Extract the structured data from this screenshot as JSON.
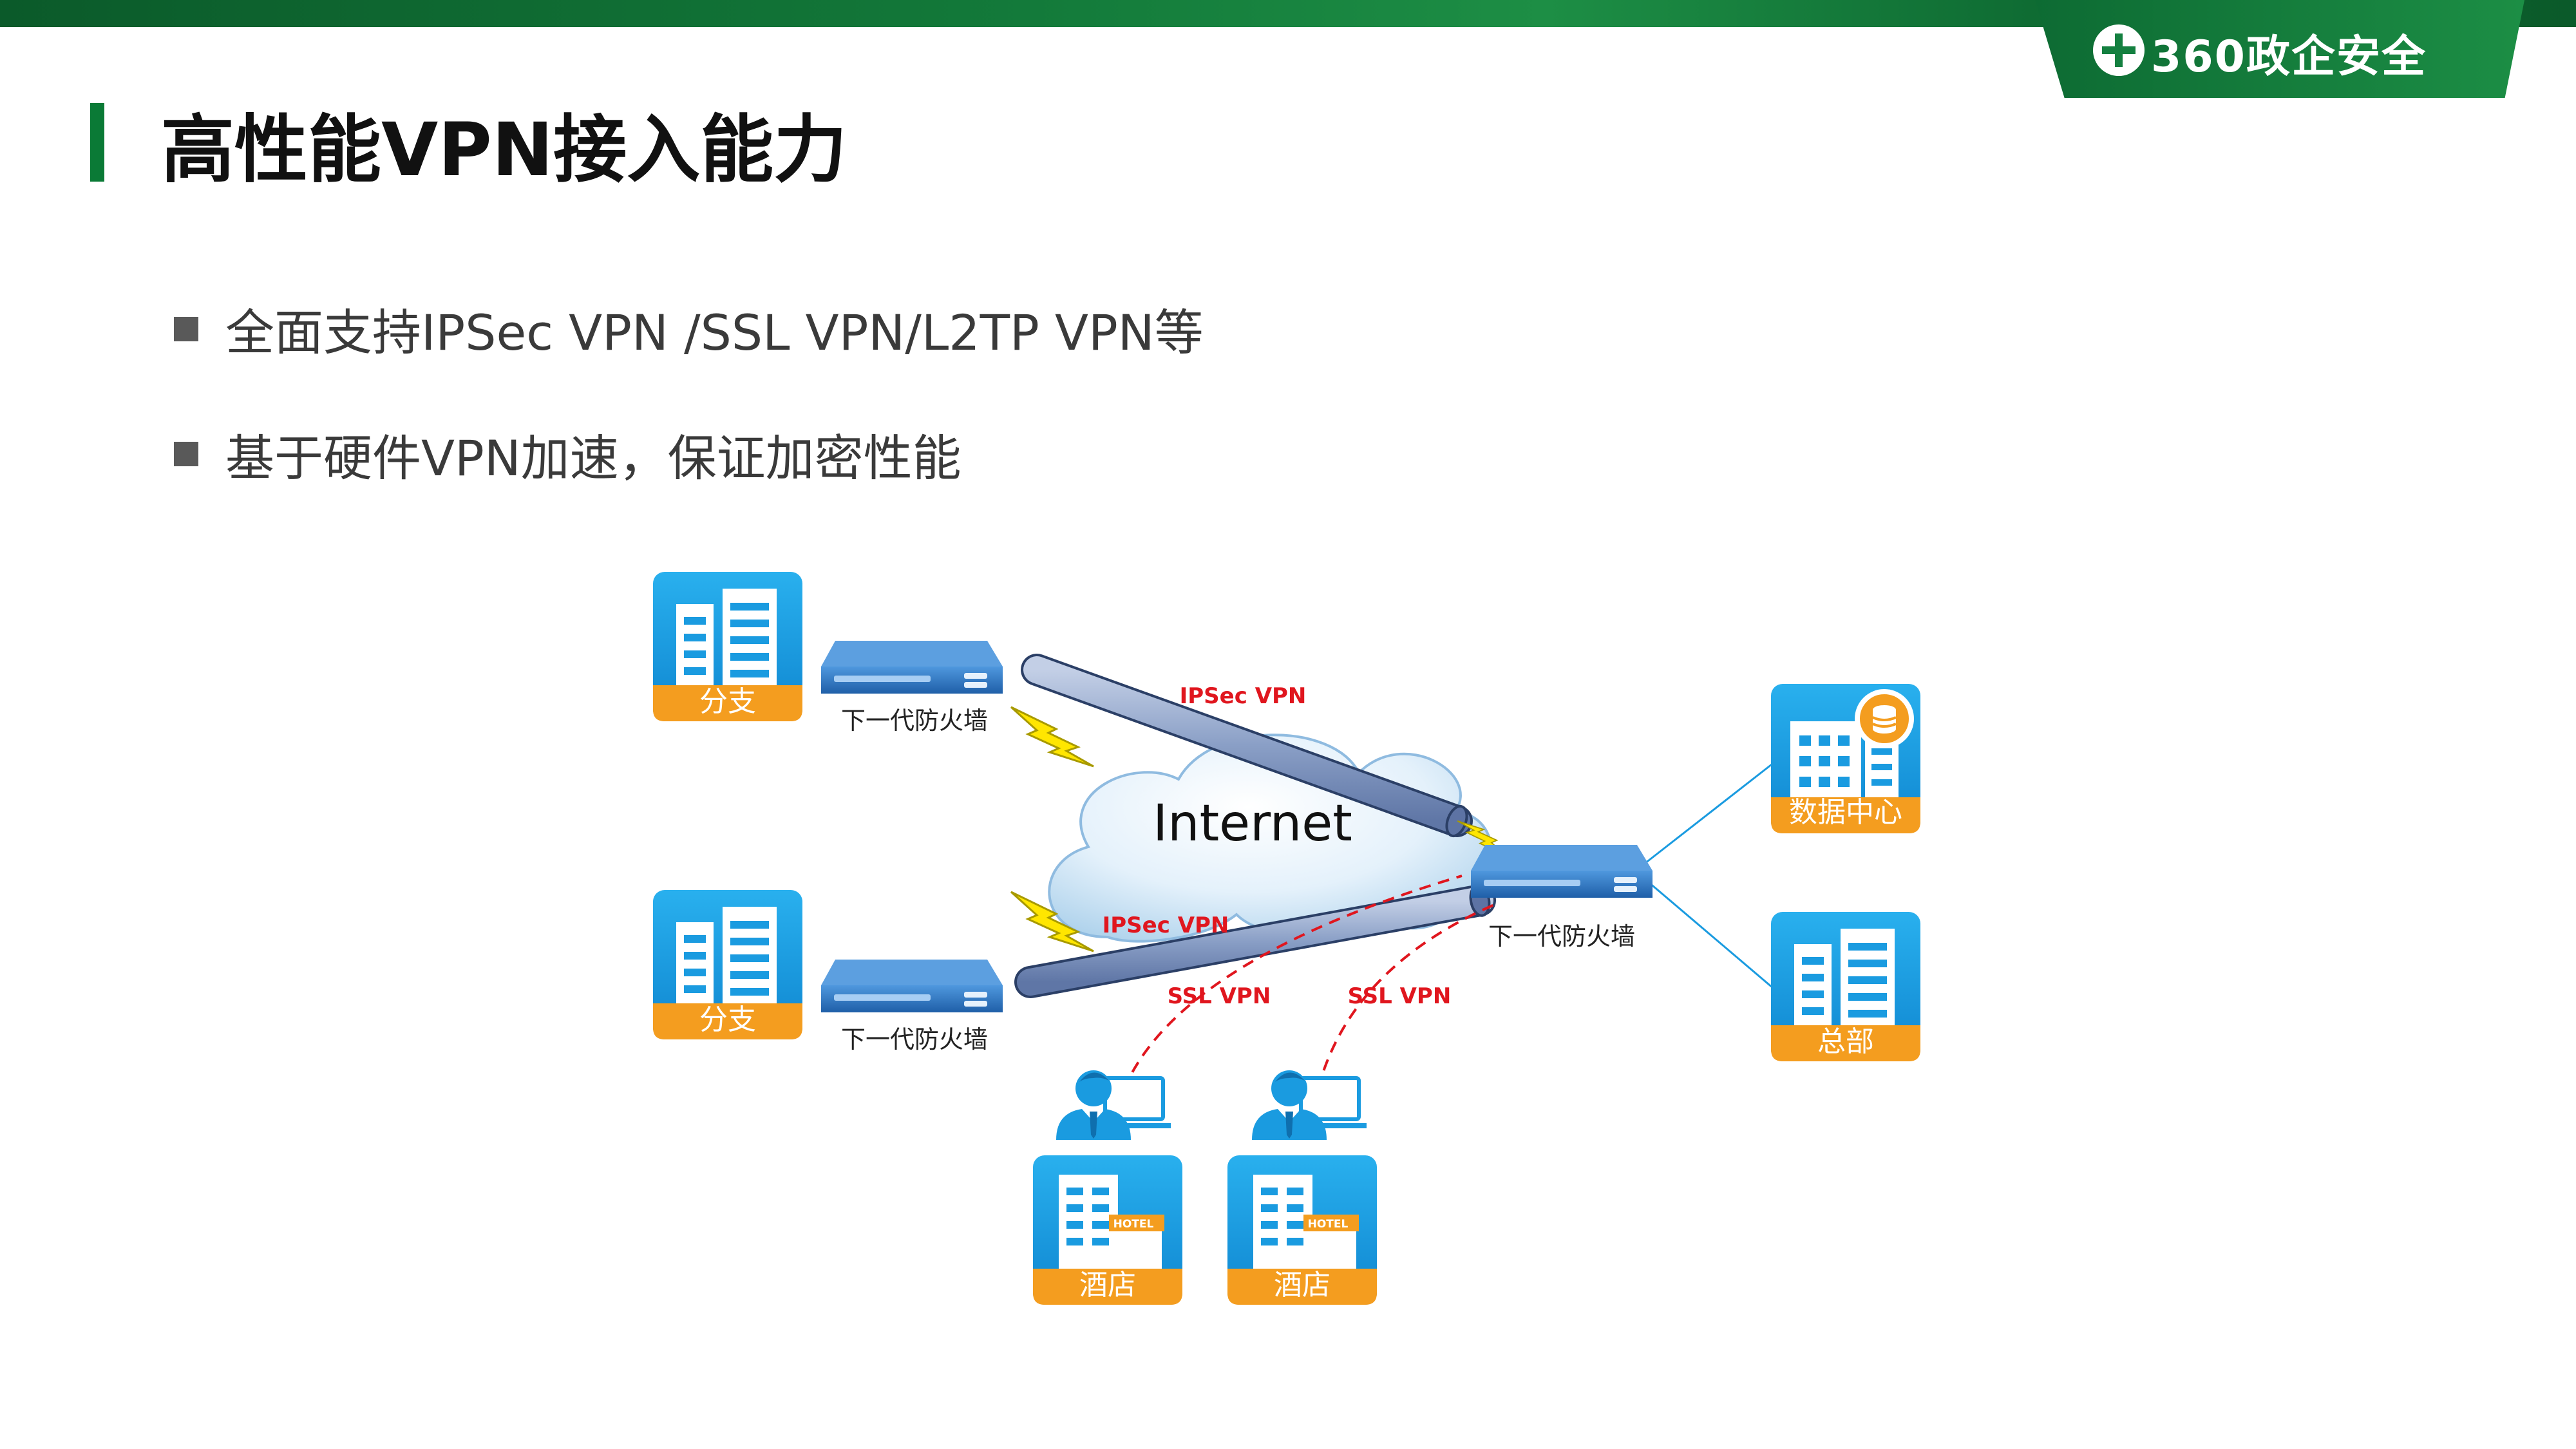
{
  "header": {
    "logo_text": "360政企安全"
  },
  "title": "高性能VPN接入能力",
  "bullets": [
    "全面支持IPSec VPN /SSL VPN/L2TP VPN等",
    "基于硬件VPN加速，保证加密性能"
  ],
  "diagram": {
    "cloud_label": "Internet",
    "firewall_label": "下一代防火墙",
    "branch_label": "分支",
    "hotel_label": "酒店",
    "hotel_sign": "HOTEL",
    "datacenter_label": "数据中心",
    "hq_label": "总部",
    "ipsec_label": "IPSec VPN",
    "ssl_label": "SSL VPN"
  },
  "colors": {
    "brand_green": "#148040",
    "tile_blue": "#1a9be0",
    "tile_orange": "#f49d1f",
    "device_blue": "#2d78c8",
    "vpn_red": "#e0161e",
    "tunnel_fill": "#8da1c6"
  }
}
